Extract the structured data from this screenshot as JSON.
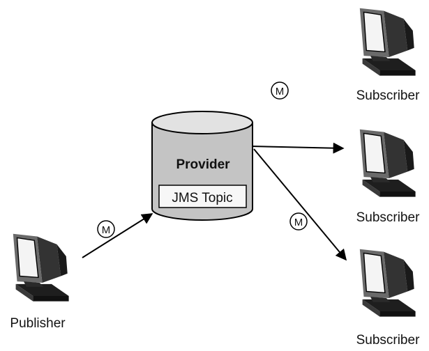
{
  "diagram": {
    "provider": {
      "label": "Provider",
      "topic_label": "JMS Topic"
    },
    "publisher": {
      "label": "Publisher"
    },
    "subscribers": [
      {
        "label": "Subscriber"
      },
      {
        "label": "Subscriber"
      },
      {
        "label": "Subscriber"
      }
    ],
    "message_marker": "M"
  },
  "colors": {
    "cylinder_top": "#e2e2e2",
    "cylinder_body": "#c4c4c4",
    "topic_box": "#f7f7f7",
    "computer_dark": "#1e1e1e",
    "computer_mid": "#555555",
    "screen": "#f4f4f4",
    "line": "#000000"
  }
}
